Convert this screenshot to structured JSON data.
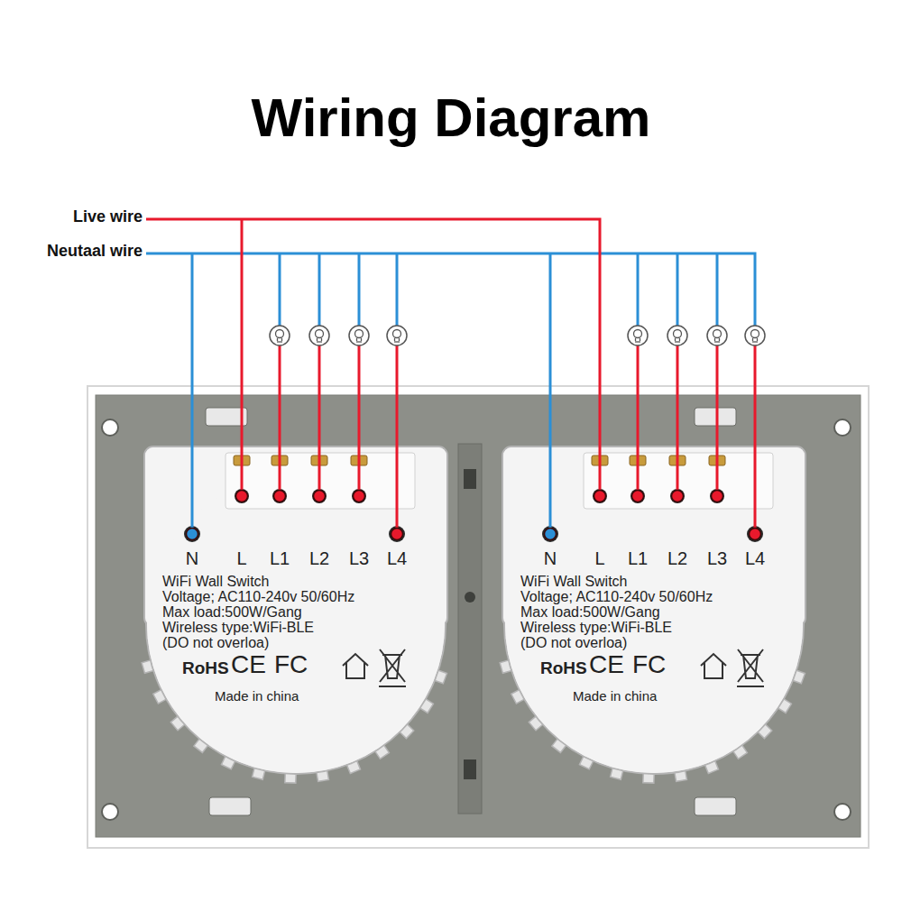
{
  "diagram": {
    "title": "Wiring Diagram",
    "nodes": [
      {
        "text": [
          "N",
          "L",
          "L1",
          "L2",
          "L3",
          "L4",
          "WiFi Wall Switch",
          "Voltage; AC110-240v 50/60Hz",
          "Max load:500W/Gang",
          "Wireless type:WiFi-BLE",
          "(DO not overloa)",
          "RoHS",
          "CE",
          "FC",
          "Made in china"
        ]
      },
      {
        "text": [
          "N",
          "L",
          "L1",
          "L2",
          "L3",
          "L4",
          "WiFi Wall Switch",
          "Voltage; AC110-240v 50/60Hz",
          "Max load:500W/Gang",
          "Wireless type:WiFi-BLE",
          "(DO not overloa)",
          "RoHS",
          "CE",
          "FC",
          "Made in china"
        ]
      }
    ],
    "labels": [
      "Live wire",
      "Neutaal wire"
    ]
  }
}
